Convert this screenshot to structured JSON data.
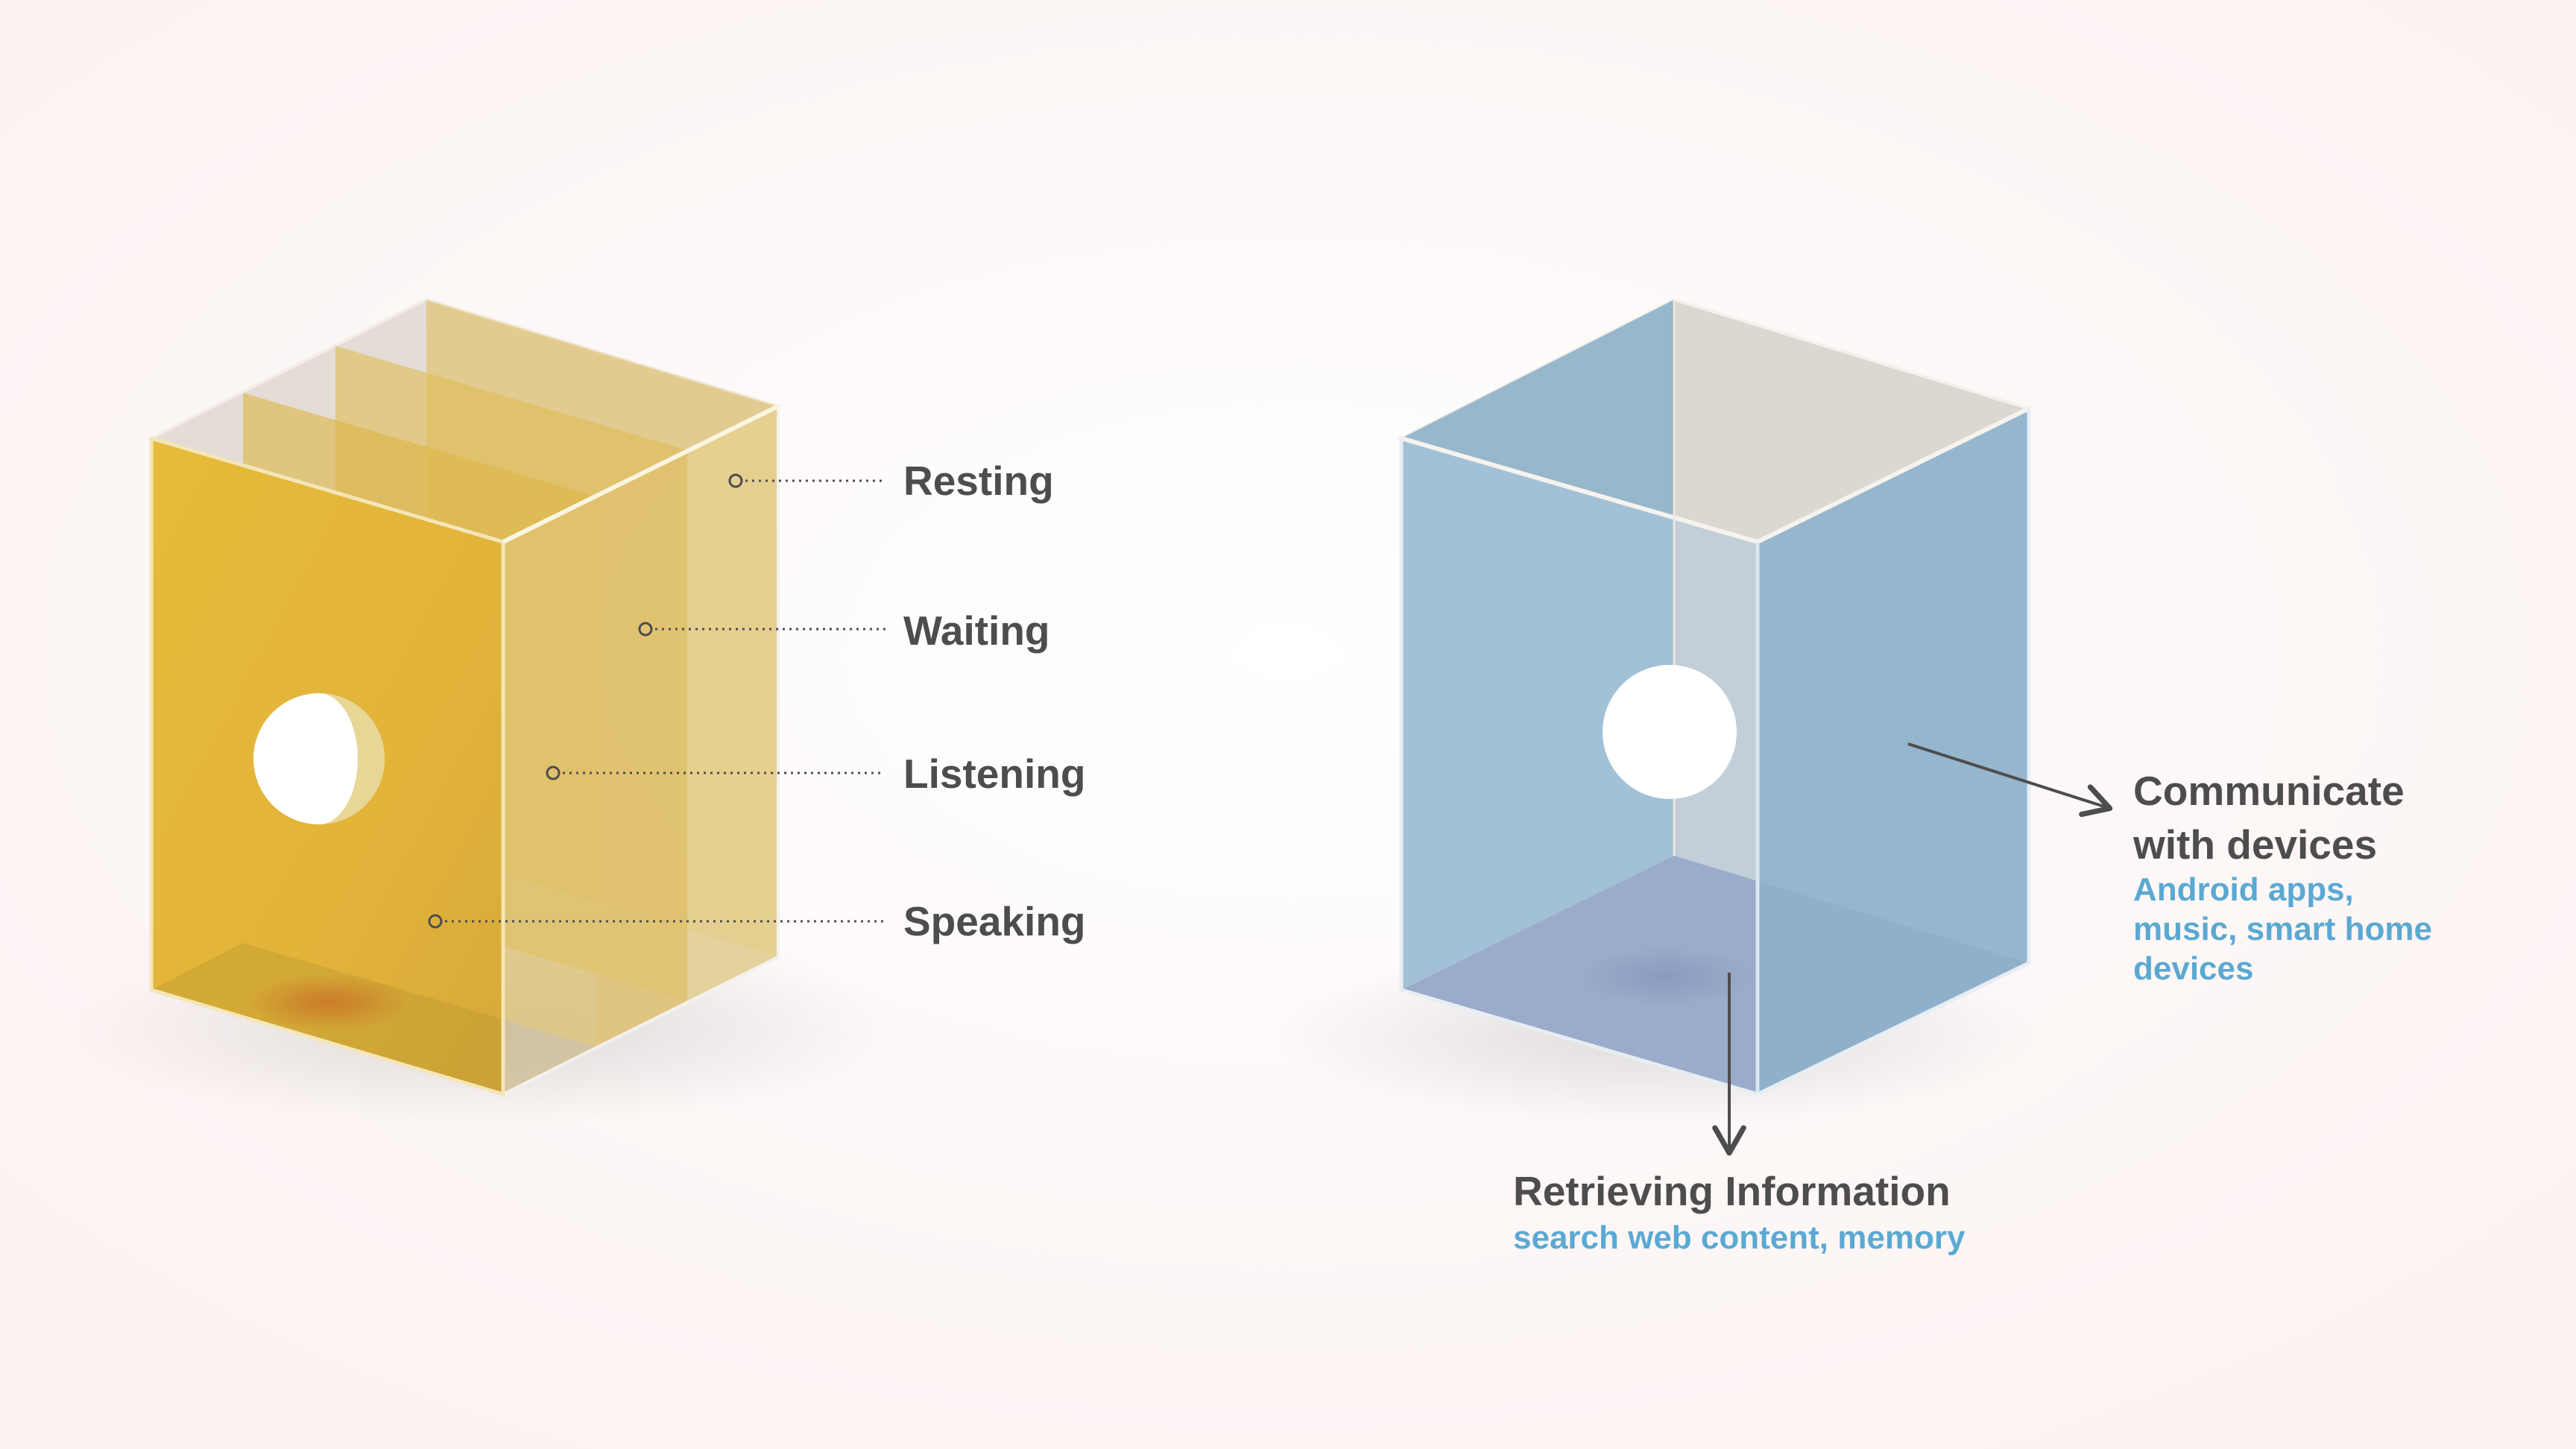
{
  "left_cube": {
    "state_labels": {
      "resting": "Resting",
      "waiting": "Waiting",
      "listening": "Listening",
      "speaking": "Speaking"
    },
    "colors": {
      "front_panel": "#e2b53b",
      "glass": "#d9d2c9"
    }
  },
  "right_cube": {
    "devices": {
      "title_line1": "Communicate",
      "title_line2": "with devices",
      "sub_line1": "Android apps,",
      "sub_line2": "music, smart home",
      "sub_line3": "devices"
    },
    "retrieval": {
      "title": "Retrieving Information",
      "subtitle": "search web content, memory"
    },
    "colors": {
      "blue_panel": "#8fb6d0",
      "floor": "#8a8ab8",
      "accent_text": "#5ba9d2"
    }
  }
}
